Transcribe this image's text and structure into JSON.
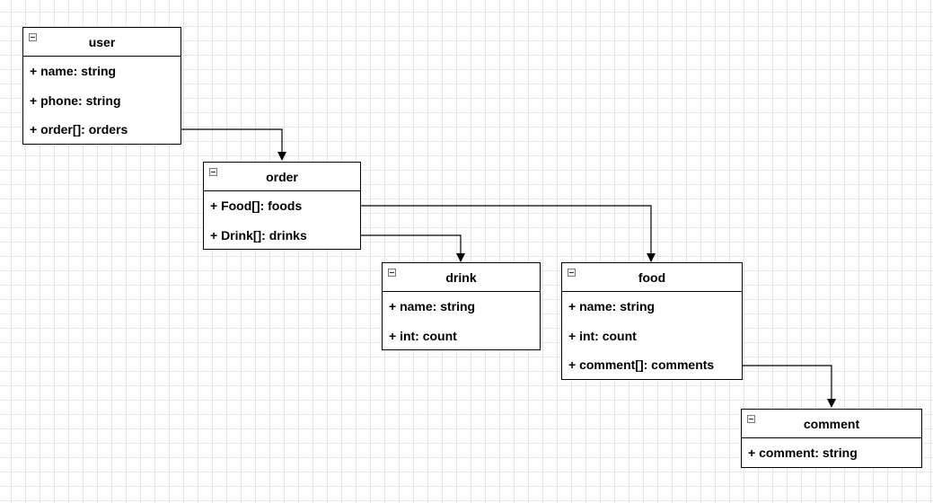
{
  "diagram": {
    "classes": {
      "user": {
        "title": "user",
        "attributes": [
          "+ name: string",
          "+ phone: string",
          "+ order[]: orders"
        ]
      },
      "order": {
        "title": "order",
        "attributes": [
          "+ Food[]: foods",
          "+ Drink[]: drinks"
        ]
      },
      "drink": {
        "title": "drink",
        "attributes": [
          "+ name: string",
          "+ int: count"
        ]
      },
      "food": {
        "title": "food",
        "attributes": [
          "+ name: string",
          "+ int: count",
          "+ comment[]: comments"
        ]
      },
      "comment": {
        "title": "comment",
        "attributes": [
          "+ comment: string"
        ]
      }
    },
    "relations": [
      {
        "from": "user.order[]",
        "to": "order"
      },
      {
        "from": "order.Food[]",
        "to": "food"
      },
      {
        "from": "order.Drink[]",
        "to": "drink"
      },
      {
        "from": "food.comment[]",
        "to": "comment"
      }
    ],
    "colors": {
      "line": "#000000",
      "box_fill": "#ffffff",
      "grid": "#e6e6e6"
    }
  }
}
